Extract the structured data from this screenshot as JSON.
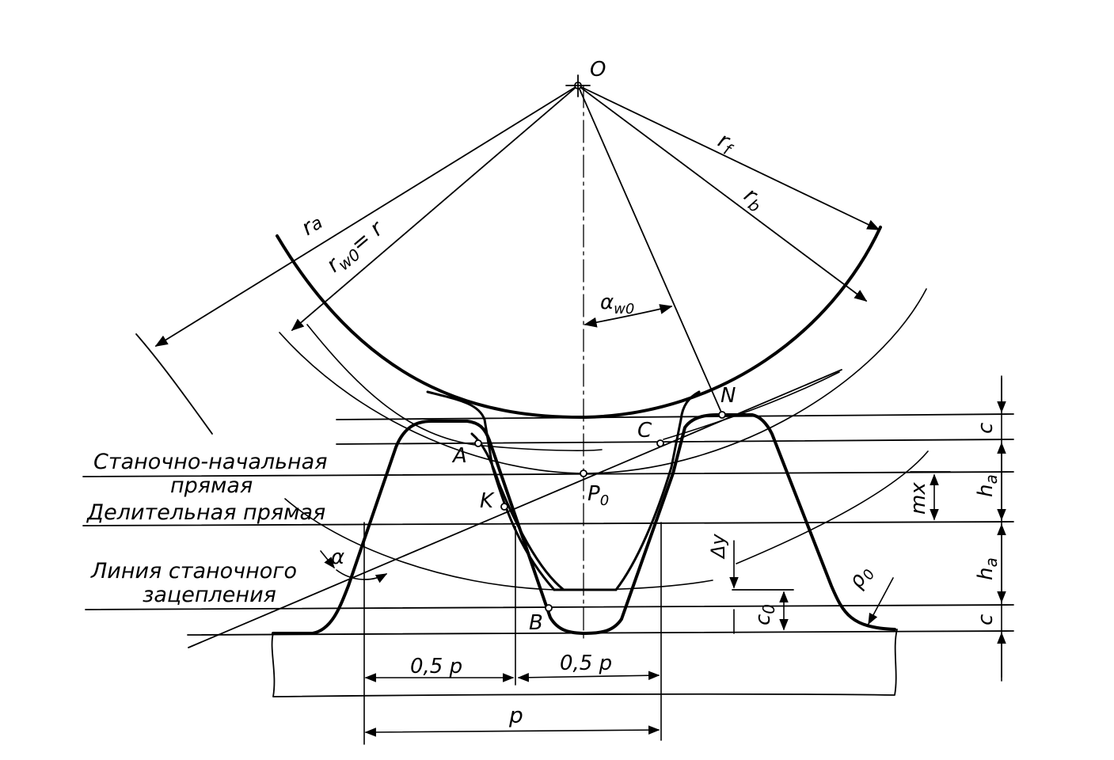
{
  "points": {
    "center": "O",
    "engagement_start": "A",
    "engagement_end": "B",
    "contact": "K",
    "tangent": "N",
    "point_c": "C",
    "pole": "P",
    "pole_sub": "0"
  },
  "radii": {
    "tip": "r",
    "tip_sub": "a",
    "root": "r",
    "root_sub": "f",
    "base": "r",
    "base_sub": "b",
    "pitch": "r",
    "pitch_sub": "w0",
    "pitch_eq": "= r"
  },
  "angles": {
    "pressure_angle": "α",
    "machine_angle": "α",
    "machine_angle_sub": "w0"
  },
  "dimensions": {
    "half_pitch_left": "0,5 p",
    "half_pitch_right": "0,5 p",
    "pitch": "p",
    "clearance_top": "c",
    "clearance_bottom": "c",
    "addendum_top": "h",
    "addendum_top_sub": "a",
    "addendum_bottom": "h",
    "addendum_bottom_sub": "a",
    "shift": "mx",
    "delta_y": "Δy",
    "tool_clearance": "c",
    "tool_clearance_sub": "0",
    "fillet_radius": "ρ",
    "fillet_radius_sub": "0"
  },
  "captions": {
    "machine_pitch_line_1": "Станочно-начальная",
    "machine_pitch_line_2": "прямая",
    "reference_line": "Делительная прямая",
    "machine_mesh_line_1": "Линия станочного",
    "machine_mesh_line_2": "зацепления"
  }
}
